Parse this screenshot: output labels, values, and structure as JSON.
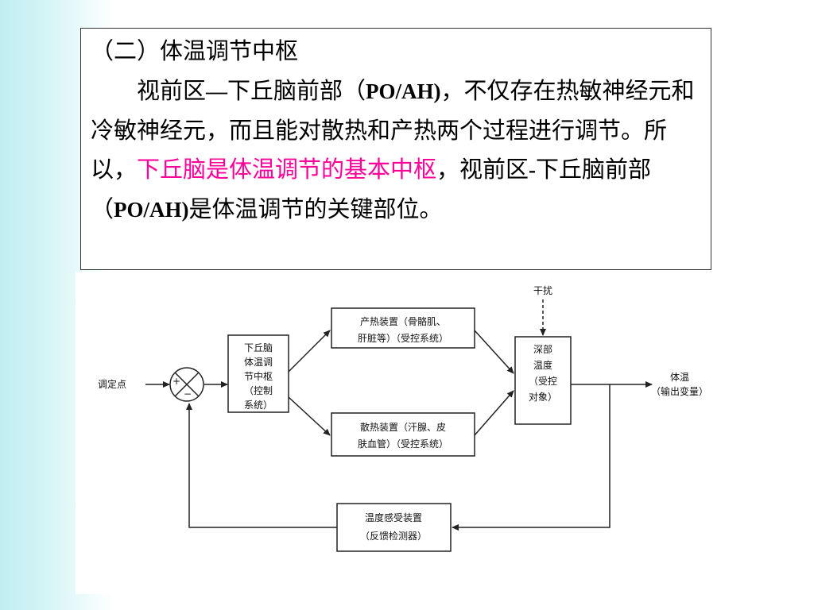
{
  "slide": {
    "heading": "（二）体温调节中枢",
    "para_a": "视前区",
    "para_dash": "—",
    "para_b": "下丘脑前部（",
    "para_abbr1": "PO/AH)",
    "para_c": "，不仅存在热敏神经元和冷敏神经元，而且能对散热和产热两个过程进行调节。所以，",
    "highlight": "下丘脑是体温调节的基本中枢",
    "para_d": "，视前区",
    "para_dash2": "-",
    "para_e": "下丘脑前部（",
    "para_abbr2": "PO/AH)",
    "para_f": "是体温调节的关键部位。",
    "highlight_color": "#ff0099"
  },
  "diagram": {
    "setpoint_label": "调定点",
    "plus": "+",
    "minus": "−",
    "controller_lines": [
      "下丘脑",
      "体温调",
      "节中枢",
      "（控制",
      "系统）"
    ],
    "heat_production_lines": [
      "产热装置（骨骼肌、",
      "肝脏等）（受控系统）"
    ],
    "heat_loss_lines": [
      "散热装置（汗腺、皮",
      "肤血管）（受控系统）"
    ],
    "core_temp_lines": [
      "深部",
      "温度",
      "（受控",
      "对象）"
    ],
    "disturbance_label": "干扰",
    "output_lines": [
      "体温",
      "（输出变量）"
    ],
    "sensor_lines": [
      "温度感受装置",
      "（反馈检测器）"
    ]
  }
}
